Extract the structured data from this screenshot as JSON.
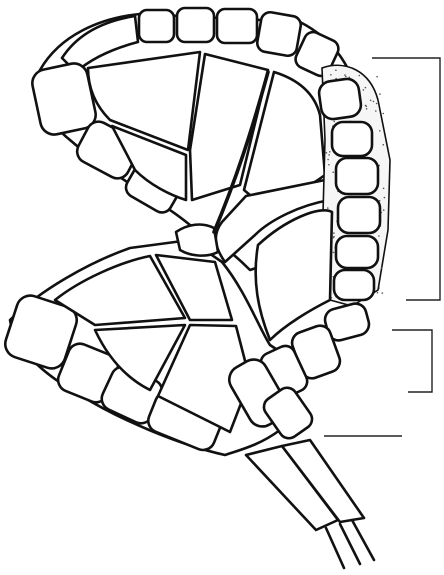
{
  "figure": {
    "labels": []
  },
  "colors": {
    "ink": "#111111",
    "paper": "#ffffff",
    "stipple": "#555555"
  },
  "brackets": [
    "upper-bracket",
    "lower-bracket",
    "leader-line"
  ]
}
